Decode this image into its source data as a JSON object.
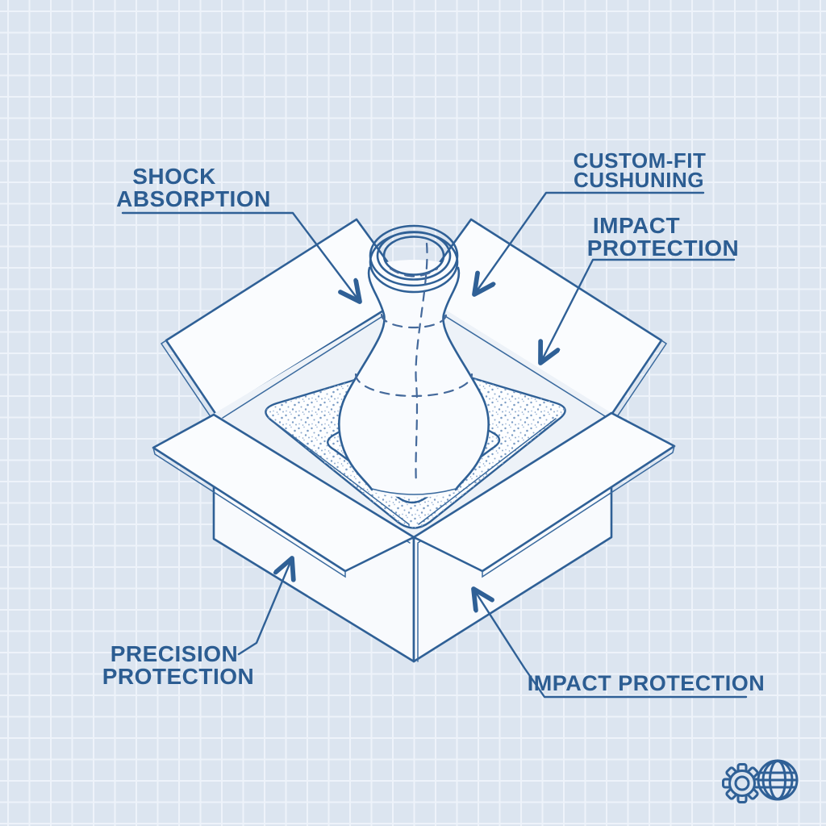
{
  "figure": {
    "description_labels": "packing diagram of a vase in a foam-lined shipping box",
    "colors": {
      "background": "#dce5f0",
      "grid_line": "#eef3fa",
      "line": "#2f6096",
      "text": "#2c5d92",
      "panel_fill": "#f8fafd",
      "foam_dots": "#7b9cc4"
    }
  },
  "labels": {
    "shock_absorption": {
      "line1": "SHOCK",
      "line2": "ABSORPTION"
    },
    "custom_fit_cushioning": {
      "line1": "CUSTOM-FIT",
      "line2": "CUSHUNING"
    },
    "impact_protection_top": {
      "line1": "IMPACT",
      "line2": "PROTECTION"
    },
    "precision_protection": {
      "line1": "PRECISION",
      "line2": "PROTECTION"
    },
    "impact_protection_bottom": {
      "text": "IMPACT PROTECTION"
    }
  },
  "icons": [
    {
      "name": "gear-icon"
    },
    {
      "name": "globe-icon"
    }
  ]
}
